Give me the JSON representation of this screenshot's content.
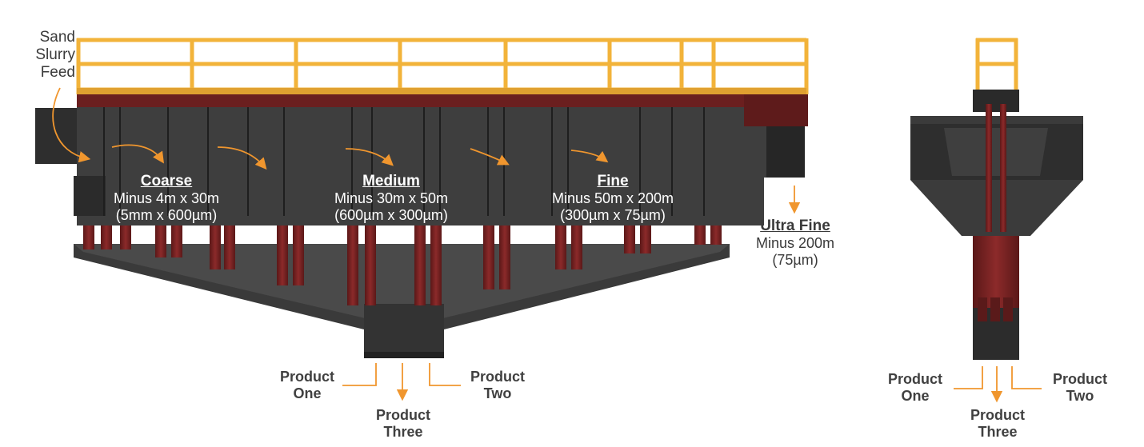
{
  "labels": {
    "feed": [
      "Sand",
      "Slurry",
      "Feed"
    ],
    "zones": [
      {
        "title": "Coarse",
        "line1": "Minus 4m x 30m",
        "line2": "(5mm x 600µm)"
      },
      {
        "title": "Medium",
        "line1": "Minus 30m x 50m",
        "line2": "(600µm x 300µm)"
      },
      {
        "title": "Fine",
        "line1": "Minus 50m x 200m",
        "line2": "(300µm x 75µm)"
      }
    ],
    "ultra_fine": {
      "title": "Ultra Fine",
      "line1": "Minus 200m",
      "line2": "(75µm)"
    },
    "side_products": [
      {
        "line1": "Product",
        "line2": "One"
      },
      {
        "line1": "Product",
        "line2": "Three"
      },
      {
        "line1": "Product",
        "line2": "Two"
      }
    ],
    "end_products": [
      {
        "line1": "Product",
        "line2": "One"
      },
      {
        "line1": "Product",
        "line2": "Three"
      },
      {
        "line1": "Product",
        "line2": "Two"
      }
    ]
  },
  "colors": {
    "steel": "#3c3c3c",
    "steel_dark": "#2a2a2a",
    "rust": "#7a2222",
    "railing": "#f2b33a",
    "arrow": "#f0962e",
    "text": "#3a3a3a",
    "zone_text": "#ffffff"
  }
}
